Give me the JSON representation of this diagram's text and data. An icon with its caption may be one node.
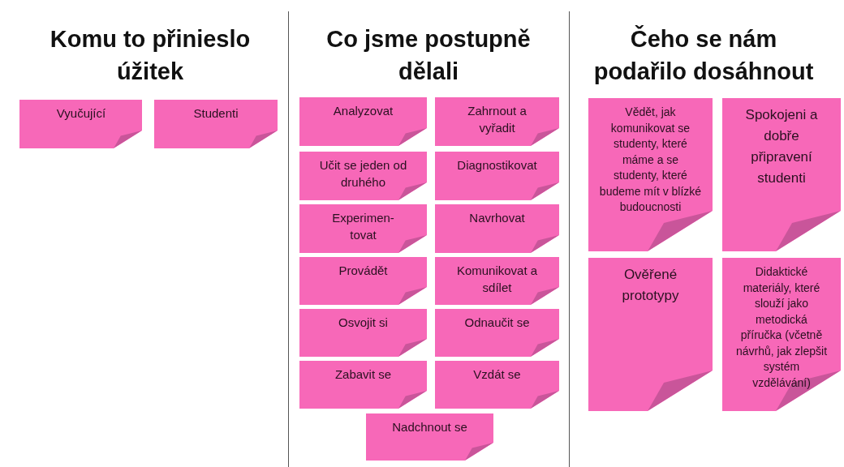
{
  "diagram": {
    "nodes": [
      {
        "text": [
          "Vyučující"
        ]
      },
      {
        "text": [
          "Studenti"
        ]
      },
      {
        "text": [
          "Analyzovat"
        ]
      },
      {
        "text": [
          "Zahrnout a vyřadit"
        ]
      },
      {
        "text": [
          "Učit se jeden od druhého"
        ]
      },
      {
        "text": [
          "Diagnostikovat"
        ]
      },
      {
        "text": [
          "Experimen- tovat"
        ]
      },
      {
        "text": [
          "Navrhovat"
        ]
      },
      {
        "text": [
          "Provádět"
        ]
      },
      {
        "text": [
          "Komunikovat a sdílet"
        ]
      },
      {
        "text": [
          "Osvojit si"
        ]
      },
      {
        "text": [
          "Odnaučit se"
        ]
      },
      {
        "text": [
          "Zabavit se"
        ]
      },
      {
        "text": [
          "Vzdát se"
        ]
      },
      {
        "text": [
          "Nadchnout se"
        ]
      },
      {
        "text": [
          "Vědět, jak komunikovat se studenty, které máme a se studenty, které budeme mít v blízké budoucnosti"
        ]
      },
      {
        "text": [
          "Spokojeni a dobře připravení studenti"
        ]
      },
      {
        "text": [
          "Ověřené prototypy"
        ]
      },
      {
        "text": [
          "Didaktické materiály, které slouží jako metodická příručka (včetně návrhů, jak zlepšit systém vzdělávání)"
        ]
      }
    ],
    "edges": [],
    "labels": [
      "Komu to přinieslo úžitek",
      "Co jsme postupně dělali",
      "Čeho se nám podařilo dosáhnout"
    ]
  }
}
